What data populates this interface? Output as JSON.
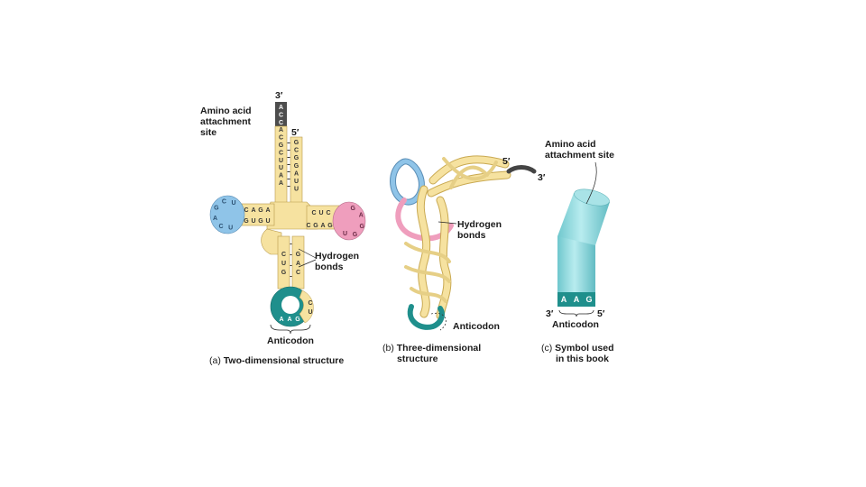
{
  "panel_a": {
    "label_3prime": "3′",
    "label_5prime": "5′",
    "amino_site": [
      "Amino acid",
      "attachment",
      "site"
    ],
    "hydrogen": [
      "Hydrogen",
      "bonds"
    ],
    "anticodon": "Anticodon",
    "caption_letter": "(a)",
    "caption": "Two-dimensional structure",
    "acceptor_3_strand": [
      "A",
      "C",
      "C",
      "A",
      "C",
      "G",
      "C",
      "U",
      "U",
      "A",
      "A"
    ],
    "acceptor_5_strand": [
      "G",
      "C",
      "G",
      "G",
      "A",
      "U",
      "U"
    ],
    "left_stem_top": [
      "C",
      "A",
      "G",
      "A"
    ],
    "left_stem_bottom": [
      "G",
      "U",
      "G",
      "U"
    ],
    "left_loop": [
      "U",
      "C",
      "G",
      "A",
      "C",
      "U"
    ],
    "right_stem_top": [
      "C",
      "U",
      "C"
    ],
    "right_stem_bottom": [
      "C",
      "G",
      "A",
      "G"
    ],
    "right_loop": [
      "G",
      "A",
      "G",
      "G",
      "U"
    ],
    "anticodon_stem_left": [
      "C",
      "U",
      "G"
    ],
    "anticodon_stem_right": [
      "G",
      "A",
      "C"
    ],
    "anticodon_bases": [
      "A",
      "A",
      "G"
    ],
    "anticodon_loop_right": [
      "C",
      "U"
    ]
  },
  "panel_b": {
    "label_5prime": "5′",
    "label_3prime": "3′",
    "hydrogen": [
      "Hydrogen",
      "bonds"
    ],
    "anticodon": "Anticodon",
    "caption_letter": "(b)",
    "caption": [
      "Three-dimensional",
      "structure"
    ]
  },
  "panel_c": {
    "amino_site": [
      "Amino acid",
      "attachment site"
    ],
    "bases": [
      "A",
      "A",
      "G"
    ],
    "label_3prime": "3′",
    "label_5prime": "5′",
    "anticodon": "Anticodon",
    "caption_letter": "(c)",
    "caption": [
      "Symbol used",
      "in this book"
    ]
  },
  "colors": {
    "stem": "#f6e2a0",
    "stem_edge": "#b89a4a",
    "dark_end": "#4d4d4d",
    "blue_loop": "#8fc4e8",
    "pink_loop": "#ef9ebd",
    "teal": "#1f8f8c",
    "cylinder": "#8fd9dd"
  }
}
